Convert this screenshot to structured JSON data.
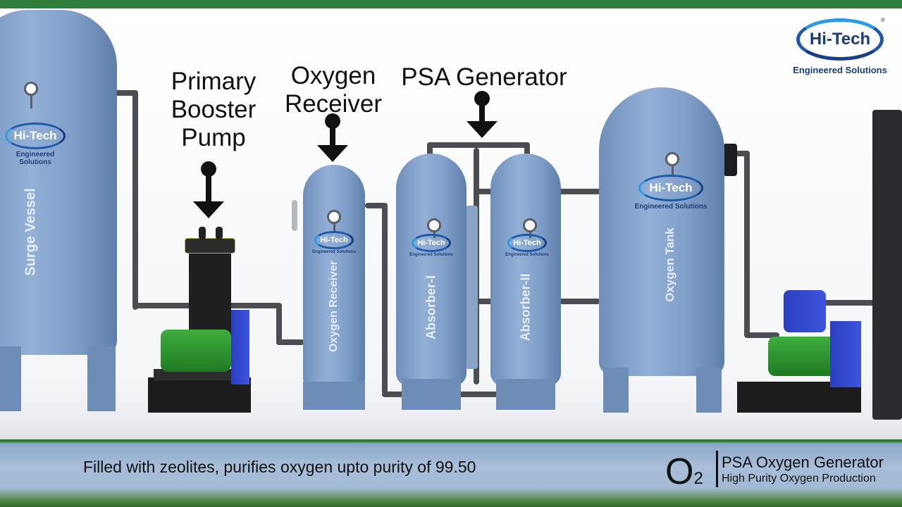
{
  "brand": {
    "name": "Hi-Tech",
    "tagline": "Engineered Solutions",
    "registered": "®"
  },
  "callouts": {
    "booster_pump": [
      "Primary",
      "Booster",
      "Pump"
    ],
    "oxygen_receiver": [
      "Oxygen",
      "Receiver"
    ],
    "psa_generator": "PSA Generator"
  },
  "vessels": {
    "surge": "Surge Vessel",
    "receiver": "Oxygen Receiver",
    "absorber1": "Absorber-I",
    "absorber2": "Absorber-II",
    "tank": "Oxygen Tank"
  },
  "caption": {
    "text": "Filled with zeolites, purifies oxygen upto purity of 99.50"
  },
  "badge": {
    "symbol": "O",
    "subscript": "2",
    "title": "PSA Oxygen Generator",
    "subtitle": "High Purity Oxygen Production"
  },
  "colors": {
    "tank_blue": "#7f9ec8",
    "brand_blue": "#1e5aa8",
    "accent_green": "#2e7d3a"
  }
}
